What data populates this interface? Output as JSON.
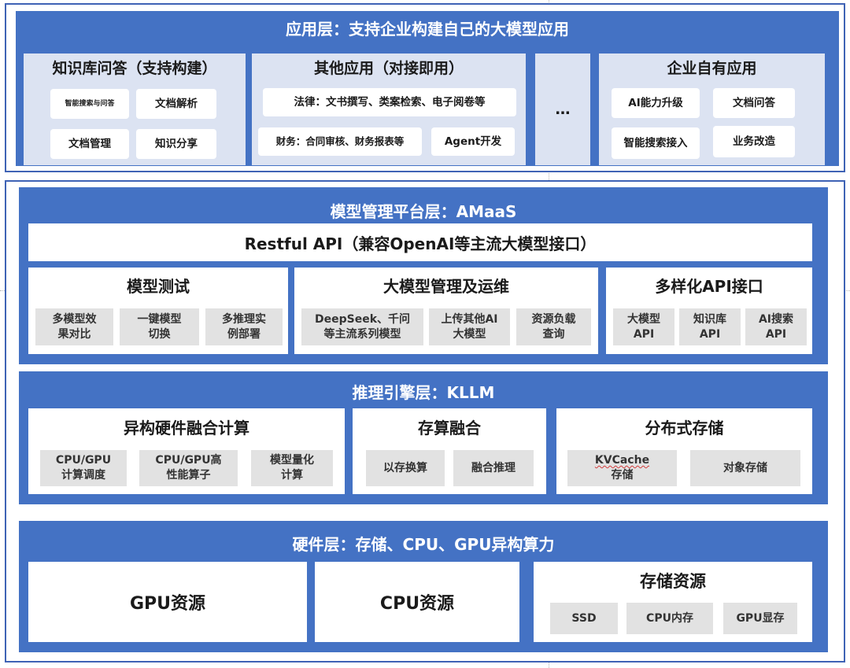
{
  "app_layer": {
    "title": "应用层：支持企业构建自己的大模型应用",
    "kb": {
      "title": "知识库问答（支持构建）",
      "items": [
        "智能搜索与问答",
        "文档解析",
        "文档管理",
        "知识分享"
      ]
    },
    "other": {
      "title": "其他应用（对接即用）",
      "items": [
        "法律：文书撰写、类案检索、电子阅卷等",
        "财务：合同审核、财务报表等",
        "Agent开发"
      ]
    },
    "ellipsis": "…",
    "enterprise": {
      "title": "企业自有应用",
      "items": [
        "AI能力升级",
        "文档问答",
        "智能搜索接入",
        "业务改造"
      ]
    }
  },
  "platform_layer": {
    "title": "模型管理平台层：AMaaS",
    "api_banner": "Restful API（兼容OpenAI等主流大模型接口）",
    "test": {
      "title": "模型测试",
      "items": [
        "多模型效\n果对比",
        "一键模型\n切换",
        "多推理实\n例部署"
      ]
    },
    "mgmt": {
      "title": "大模型管理及运维",
      "items": [
        "DeepSeek、千问\n等主流系列模型",
        "上传其他AI\n大模型",
        "资源负载\n查询"
      ]
    },
    "api": {
      "title": "多样化API接口",
      "items": [
        "大模型\nAPI",
        "知识库\nAPI",
        "AI搜索\nAPI"
      ]
    }
  },
  "engine_layer": {
    "title": "推理引擎层：KLLM",
    "hetero": {
      "title": "异构硬件融合计算",
      "items": [
        "CPU/GPU\n计算调度",
        "CPU/GPU高\n性能算子",
        "模型量化\n计算"
      ]
    },
    "fusion": {
      "title": "存算融合",
      "items": [
        "以存换算",
        "融合推理"
      ]
    },
    "storage": {
      "title": "分布式存储",
      "kv_line1": "KVCache",
      "kv_line2": "存储",
      "obj": "对象存储"
    }
  },
  "hw_layer": {
    "title": "硬件层：存储、CPU、GPU异构算力",
    "gpu": "GPU资源",
    "cpu": "CPU资源",
    "storage": {
      "title": "存储资源",
      "items": [
        "SSD",
        "CPU内存",
        "GPU显存"
      ]
    }
  },
  "colors": {
    "layer_blue": "#4472c4",
    "frame_border": "#3f63b5",
    "light_panel": "#dce3f2",
    "gray_chip": "#e2e2e2"
  }
}
